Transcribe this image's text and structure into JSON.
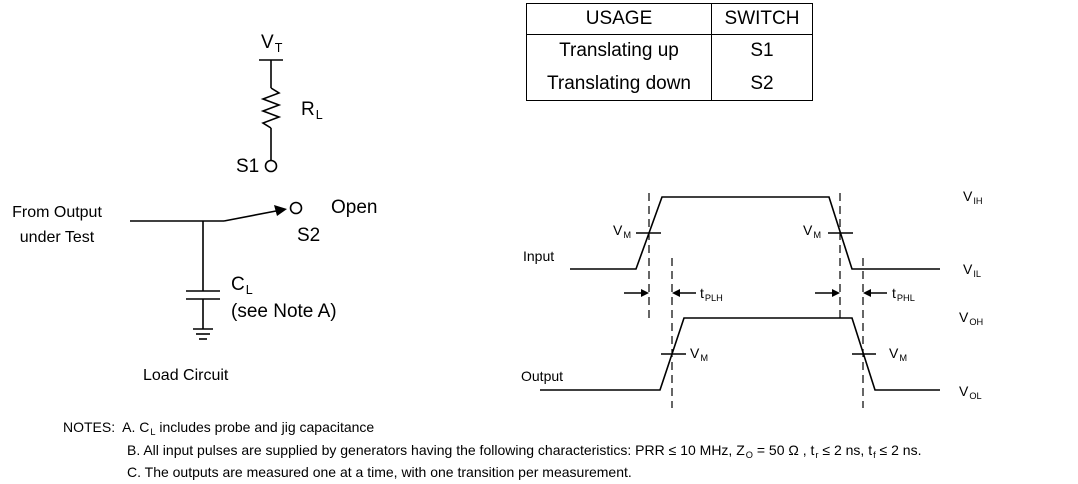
{
  "load_circuit": {
    "vt": "V",
    "vt_sub": "T",
    "rl": "R",
    "rl_sub": "L",
    "s1": "S1",
    "s2": "S2",
    "open": "Open",
    "from_output_line1": "From Output",
    "from_output_line2": "under Test",
    "cl": "C",
    "cl_sub": "L",
    "cl_note": "(see Note A)",
    "caption": "Load Circuit"
  },
  "usage_table": {
    "headers": [
      "USAGE",
      "SWITCH"
    ],
    "rows": [
      [
        "Translating up",
        "S1"
      ],
      [
        "Translating down",
        "S2"
      ]
    ]
  },
  "waveforms": {
    "input_label": "Input",
    "output_label": "Output",
    "vm": "V",
    "vm_sub": "M",
    "vih": "V",
    "vih_sub": "IH",
    "vil": "V",
    "vil_sub": "IL",
    "voh": "V",
    "voh_sub": "OH",
    "vol": "V",
    "vol_sub": "OL",
    "tplh": "t",
    "tplh_sub": "PLH",
    "tphl": "t",
    "tphl_sub": "PHL"
  },
  "notes": {
    "prefix": "NOTES:",
    "a_pre": "A. C",
    "a_sub": "L",
    "a_post": " includes probe and jig capacitance",
    "b_pre": "B. All input pulses are supplied by generators having the following characteristics: PRR ≤ 10 MHz, Z",
    "b_z_sub": "O",
    "b_mid": " = 50 Ω , t",
    "b_r_sub": "r",
    "b_mid2": " ≤ 2 ns, t",
    "b_f_sub": "f",
    "b_post": " ≤ 2 ns.",
    "c": "C. The outputs are measured one at a time, with one transition per measurement."
  }
}
